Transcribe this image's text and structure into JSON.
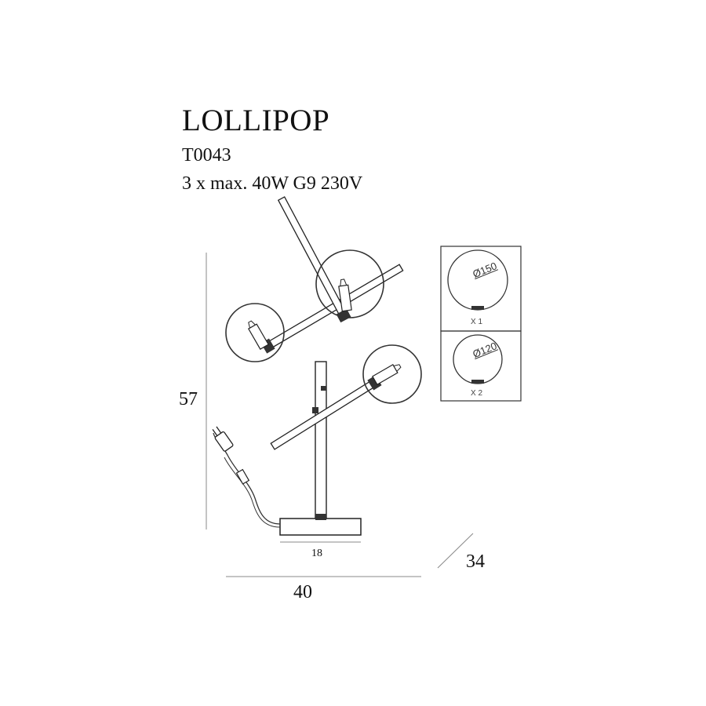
{
  "product": {
    "name": "LOLLIPOP",
    "code": "T0043",
    "spec": "3 x max. 40W G9  230V"
  },
  "dimensions": {
    "height": "57",
    "base_width": "18",
    "total_width": "40",
    "depth": "34"
  },
  "bulb_legend": [
    {
      "diameter": "Ø150",
      "quantity": "X 1"
    },
    {
      "diameter": "Ø120",
      "quantity": "X 2"
    }
  ],
  "colors": {
    "line": "#222222",
    "dimension_line": "#777777"
  }
}
